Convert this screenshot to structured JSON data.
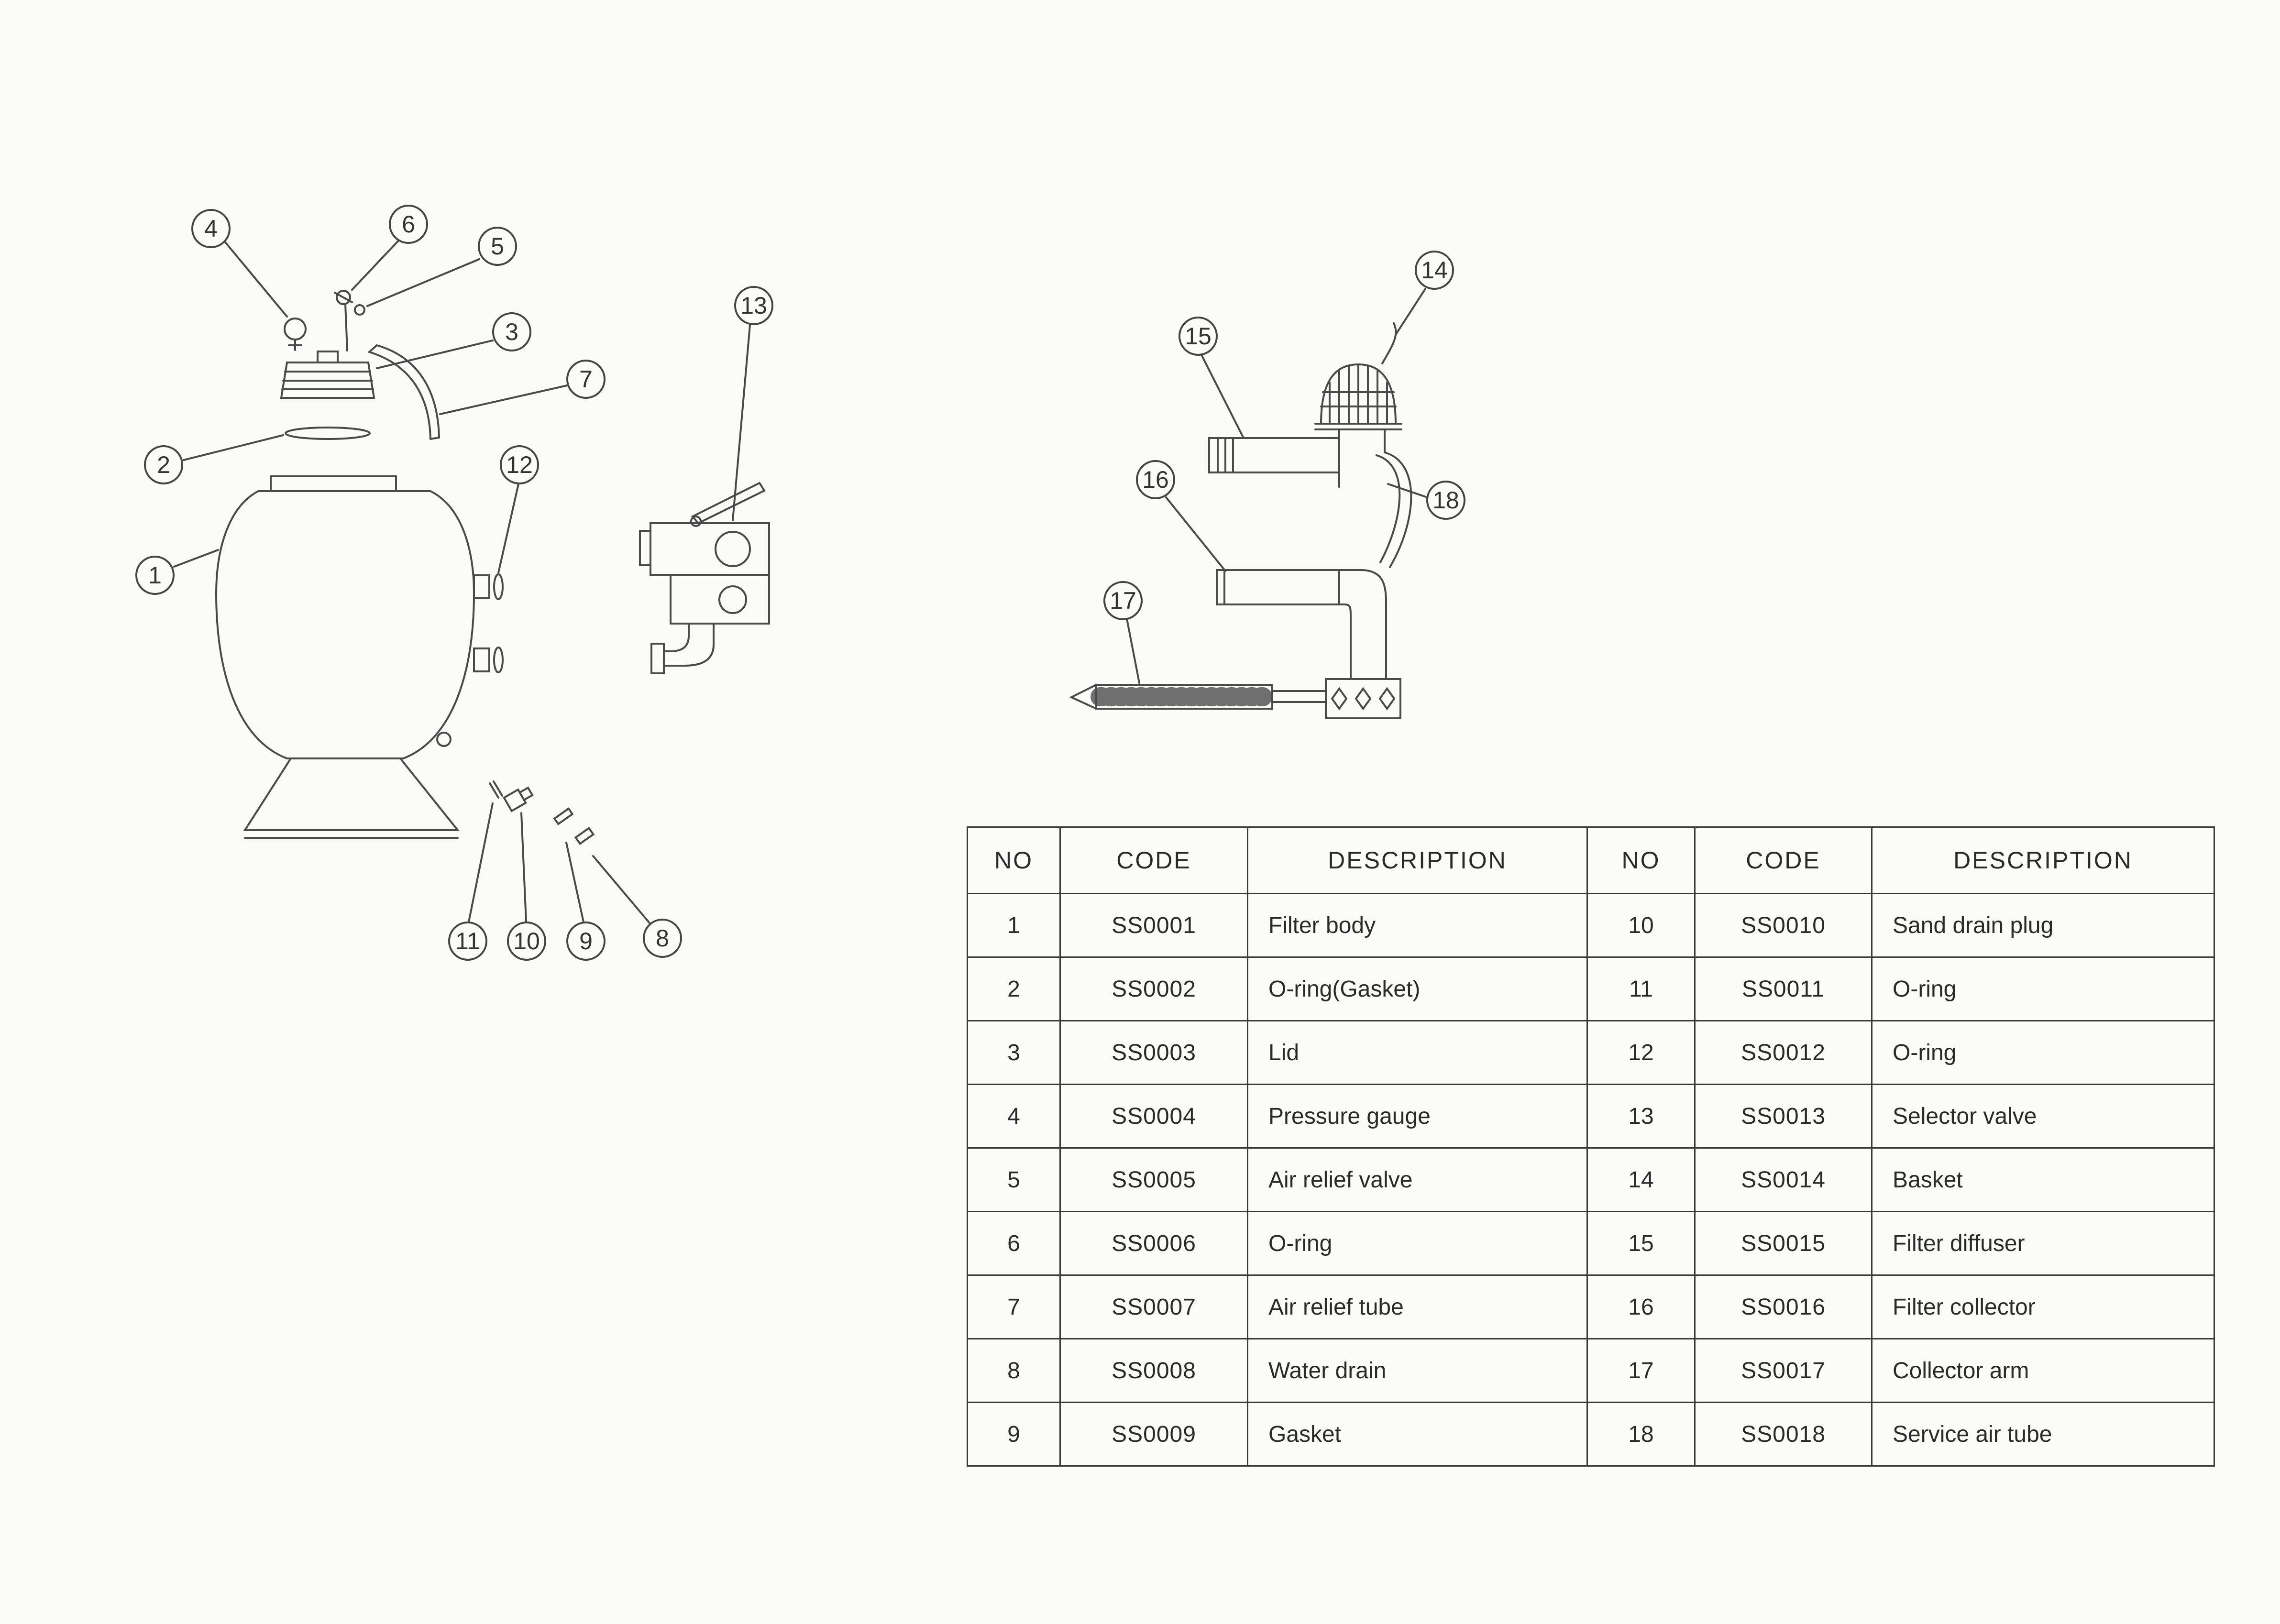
{
  "colors": {
    "background": "#fbfbfa",
    "line": "#4a4a4a",
    "text": "#2a2a2a"
  },
  "callouts": [
    "1",
    "2",
    "3",
    "4",
    "5",
    "6",
    "7",
    "8",
    "9",
    "10",
    "11",
    "12",
    "13",
    "14",
    "15",
    "16",
    "17",
    "18"
  ],
  "table": {
    "headers": [
      "NO",
      "CODE",
      "DESCRIPTION",
      "NO",
      "CODE",
      "DESCRIPTION"
    ],
    "rows": [
      {
        "n1": "1",
        "c1": "SS0001",
        "d1": "Filter body",
        "n2": "10",
        "c2": "SS0010",
        "d2": "Sand drain plug"
      },
      {
        "n1": "2",
        "c1": "SS0002",
        "d1": "O-ring(Gasket)",
        "n2": "11",
        "c2": "SS0011",
        "d2": "O-ring"
      },
      {
        "n1": "3",
        "c1": "SS0003",
        "d1": "Lid",
        "n2": "12",
        "c2": "SS0012",
        "d2": "O-ring"
      },
      {
        "n1": "4",
        "c1": "SS0004",
        "d1": "Pressure gauge",
        "n2": "13",
        "c2": "SS0013",
        "d2": "Selector valve"
      },
      {
        "n1": "5",
        "c1": "SS0005",
        "d1": "Air relief valve",
        "n2": "14",
        "c2": "SS0014",
        "d2": "Basket"
      },
      {
        "n1": "6",
        "c1": "SS0006",
        "d1": "O-ring",
        "n2": "15",
        "c2": "SS0015",
        "d2": "Filter diffuser"
      },
      {
        "n1": "7",
        "c1": "SS0007",
        "d1": "Air relief tube",
        "n2": "16",
        "c2": "SS0016",
        "d2": "Filter collector"
      },
      {
        "n1": "8",
        "c1": "SS0008",
        "d1": "Water drain",
        "n2": "17",
        "c2": "SS0017",
        "d2": "Collector arm"
      },
      {
        "n1": "9",
        "c1": "SS0009",
        "d1": "Gasket",
        "n2": "18",
        "c2": "SS0018",
        "d2": "Service air tube"
      }
    ]
  }
}
